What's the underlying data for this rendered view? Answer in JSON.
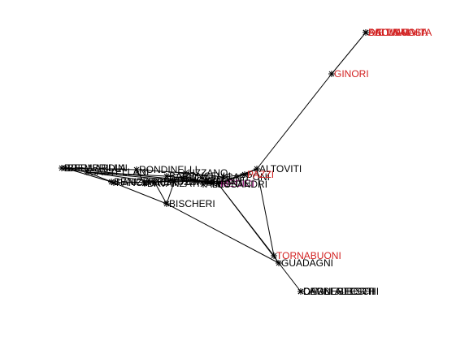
{
  "chart_data": {
    "type": "network",
    "colors": {
      "default": "#000000",
      "red": "#d22222",
      "magenta": "#b0208c"
    },
    "nodes": [
      {
        "id": "ACCIAIUOLI",
        "label": "ACCIAIUOLI",
        "color": "red"
      },
      {
        "id": "SALVIATI",
        "label": "SALVIATI",
        "color": "red"
      },
      {
        "id": "DALLA_CASA",
        "label": "DALLA CASA",
        "color": "red"
      },
      {
        "id": "DELLA_VOLTA",
        "label": "DELLA VOLTA",
        "color": "red"
      },
      {
        "id": "GINORI",
        "label": "GINORI",
        "color": "red"
      },
      {
        "id": "ALTOVITI",
        "label": "ALTOVITI",
        "color": "default"
      },
      {
        "id": "BERNARDINI",
        "label": "BERNARDINI",
        "color": "default"
      },
      {
        "id": "BREMBRILLA",
        "label": "BREMBRILLA",
        "color": "default"
      },
      {
        "id": "CASTELLANI",
        "label": "CASTELLANI",
        "color": "default"
      },
      {
        "id": "BARONCELLI",
        "label": "BARONCELLI",
        "color": "default"
      },
      {
        "id": "RONDINELLI",
        "label": "RONDINELLI",
        "color": "default"
      },
      {
        "id": "SCALI",
        "label": "SCALI",
        "color": "default"
      },
      {
        "id": "BENIZZI",
        "label": "BENIZZI",
        "color": "default"
      },
      {
        "id": "PERUZZI",
        "label": "PERUZZI",
        "color": "default"
      },
      {
        "id": "DAVANZATI",
        "label": "DAVANZATI",
        "color": "default"
      },
      {
        "id": "PANCIATICHI",
        "label": "PANCIATICHI",
        "color": "default"
      },
      {
        "id": "BISCHERI",
        "label": "BISCHERI",
        "color": "default"
      },
      {
        "id": "STROZZI",
        "label": "STROZZI",
        "color": "default"
      },
      {
        "id": "ALBIZZI",
        "label": "ALBIZZI",
        "color": "default"
      },
      {
        "id": "VALORI",
        "label": "VALORI",
        "color": "default"
      },
      {
        "id": "CAPPONI",
        "label": "CAPPONI",
        "color": "default"
      },
      {
        "id": "MEDICI",
        "label": "MEDICI",
        "color": "magenta"
      },
      {
        "id": "PAZZI",
        "label": "PAZZI",
        "color": "red"
      },
      {
        "id": "TORNABUONI",
        "label": "TORNABUONI",
        "color": "red"
      },
      {
        "id": "GUADAGNI",
        "label": "GUADAGNI",
        "color": "default"
      },
      {
        "id": "LAMBERTESCHI",
        "label": "LAMBERTESCHI",
        "color": "default"
      },
      {
        "id": "CARNESECCHI",
        "label": "CARNESECCHI",
        "color": "default"
      },
      {
        "id": "DIETISALVI",
        "label": "DIETISALVI",
        "color": "red"
      },
      {
        "id": "DEGLI_ALBERTI",
        "label": "DEGLI ALBERTI",
        "color": "default"
      },
      {
        "id": "MONTE",
        "label": "MONTE",
        "color": "default"
      },
      {
        "id": "ALESSANDRI",
        "label": "ALESSANDRI",
        "color": "default"
      },
      {
        "id": "UZZANO",
        "label": "UZZANO",
        "color": "default"
      }
    ],
    "edges": [
      [
        "ACCIAIUOLI",
        "GINORI"
      ],
      [
        "GINORI",
        "ALTOVITI"
      ],
      [
        "ALTOVITI",
        "MEDICI"
      ],
      [
        "ALTOVITI",
        "TORNABUONI"
      ],
      [
        "MEDICI",
        "TORNABUONI"
      ],
      [
        "MEDICI",
        "GUADAGNI"
      ],
      [
        "TORNABUONI",
        "GUADAGNI"
      ],
      [
        "GUADAGNI",
        "LAMBERTESCHI"
      ],
      [
        "BISCHERI",
        "GUADAGNI"
      ],
      [
        "BISCHERI",
        "PERUZZI"
      ],
      [
        "BISCHERI",
        "STROZZI"
      ],
      [
        "BISCHERI",
        "CASTELLANI"
      ],
      [
        "BREMBRILLA",
        "CASTELLANI"
      ],
      [
        "BREMBRILLA",
        "BERNARDINI"
      ],
      [
        "BREMBRILLA",
        "RONDINELLI"
      ],
      [
        "CASTELLANI",
        "BARONCELLI"
      ],
      [
        "CASTELLANI",
        "PERUZZI"
      ],
      [
        "CASTELLANI",
        "STROZZI"
      ],
      [
        "BERNARDINI",
        "BENIZZI"
      ],
      [
        "BERNARDINI",
        "MEDICI"
      ],
      [
        "BARONCELLI",
        "SCALI"
      ],
      [
        "BARONCELLI",
        "UZZANO"
      ],
      [
        "BARONCELLI",
        "MEDICI"
      ],
      [
        "RONDINELLI",
        "UZZANO"
      ],
      [
        "RONDINELLI",
        "DAVANZATI"
      ],
      [
        "SCALI",
        "MEDICI"
      ],
      [
        "BENIZZI",
        "PANCIATICHI"
      ],
      [
        "PERUZZI",
        "STROZZI"
      ],
      [
        "DAVANZATI",
        "STROZZI"
      ],
      [
        "PANCIATICHI",
        "VALORI"
      ],
      [
        "UZZANO",
        "CAPPONI"
      ],
      [
        "STROZZI",
        "ALBIZZI"
      ],
      [
        "STROZZI",
        "VALORI"
      ],
      [
        "ALBIZZI",
        "MEDICI"
      ],
      [
        "VALORI",
        "MEDICI"
      ],
      [
        "CAPPONI",
        "PAZZI"
      ],
      [
        "PAZZI",
        "MEDICI"
      ],
      [
        "PAZZI",
        "ALTOVITI"
      ],
      [
        "ALESSANDRI",
        "MEDICI"
      ],
      [
        "MONTE",
        "MEDICI"
      ]
    ]
  }
}
